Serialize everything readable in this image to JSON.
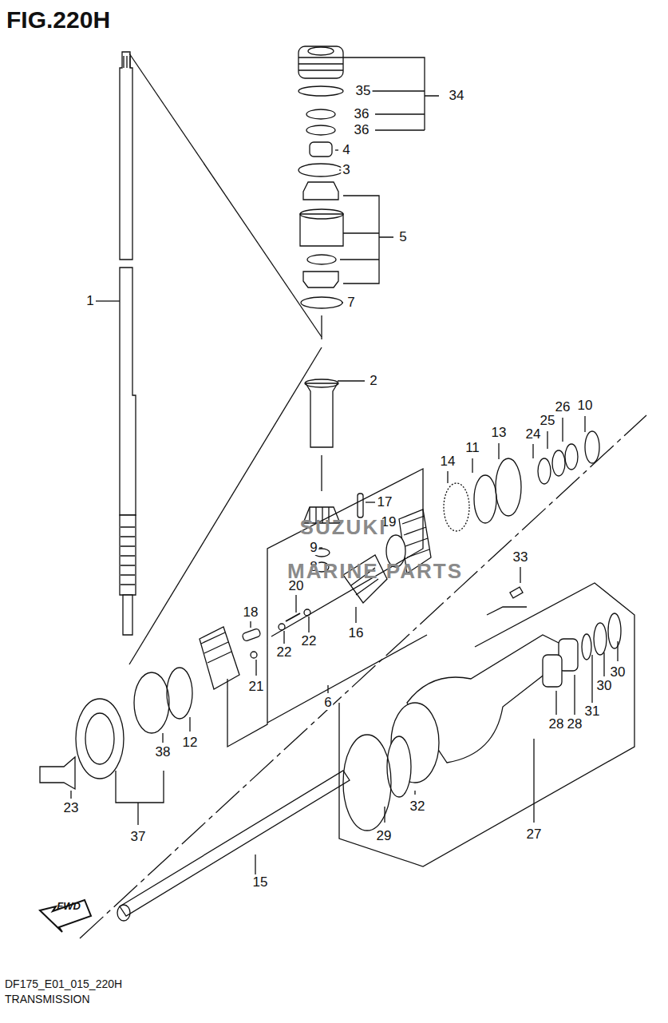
{
  "diagram": {
    "title": "FIG.220H",
    "caption": "DF175_E01_015_220H",
    "labels": [
      "35",
      "34",
      "36",
      "36",
      "4",
      "3",
      "5",
      "7",
      "1",
      "2",
      "17",
      "14",
      "11",
      "13",
      "24",
      "25",
      "26",
      "10",
      "19",
      "9",
      "8",
      "33",
      "20",
      "18",
      "22",
      "22",
      "16",
      "21",
      "6",
      "30",
      "30",
      "31",
      "28",
      "28",
      "12",
      "38",
      "23",
      "32",
      "29",
      "27",
      "37",
      "15",
      "FWD",
      "TRANSMISSION",
      "SUZUKI",
      "MARINE PARTS"
    ]
  }
}
